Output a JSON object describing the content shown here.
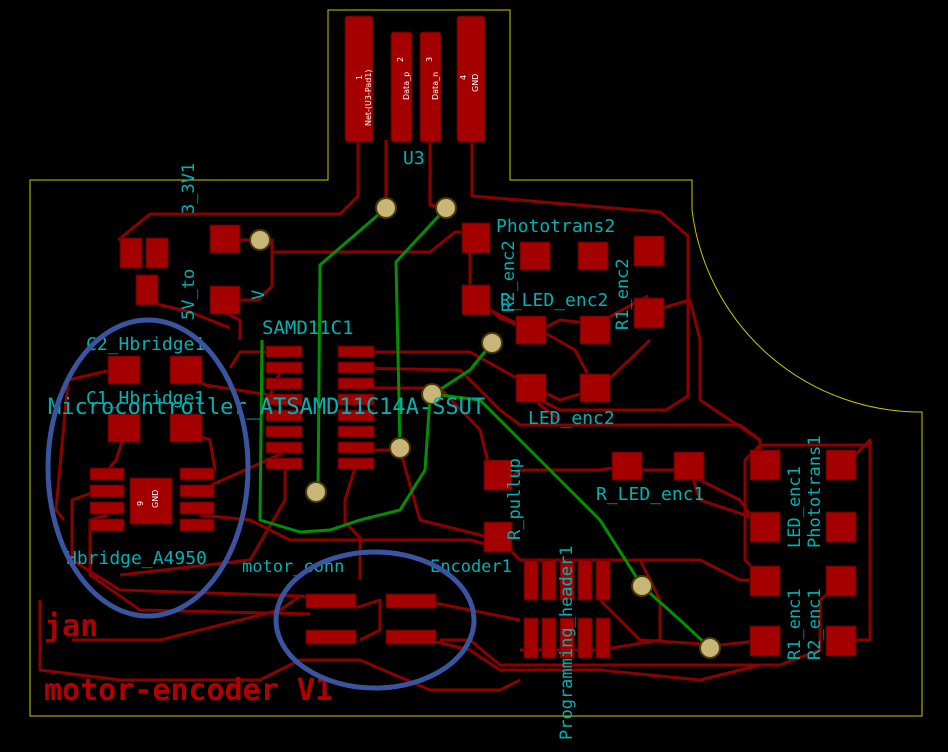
{
  "colors": {
    "background": "#000000",
    "edge_cuts": "#c8c800",
    "copper_front": "#8b0000",
    "pad_front": "#a50000",
    "copper_back": "#009000",
    "via": "#c8b678",
    "silkscreen": "#00b2b2",
    "fab_text": "#b00000",
    "annotation": "#3a55a0"
  },
  "icons": {
    "pad": "rect-pad",
    "via": "round-via",
    "annotation": "ellipse-outline"
  },
  "board": {
    "u3": "U3",
    "u3_pads": [
      "1",
      "Net-(U3-Pad1)",
      "2",
      "Data_p",
      "3",
      "Data_n",
      "4",
      "GND"
    ],
    "reg": "3_3V1",
    "reg_sub": "5V_to",
    "reg_v": "V",
    "microcontroller": "Microcontroller_ATSAMD11C14A-SSUT",
    "samd": "SAMD11C1",
    "c2": "C2_Hbridge1",
    "c1": "C1_Hbridge1",
    "hbridge": "Hbridge_A4950",
    "gnd_pad": "9",
    "gnd_label": "GND",
    "motor_conn": "motor_conn",
    "phototrans2": "Phototrans2",
    "r2_enc2": "R2_enc2",
    "r1_enc2": "R1_enc2",
    "r_led_enc2": "R_LED_enc2",
    "led_enc2": "LED_enc2",
    "r_led_enc1": "R_LED_enc1",
    "led_enc1": "LED_enc1",
    "phototrans1": "Phototrans1",
    "r1_enc1": "R1_enc1",
    "r2_enc1": "R2_enc1",
    "r_pullup": "R_pullup",
    "prog_header": "Programming_header1",
    "encoder_header": "Encoder1",
    "fab_name": "jan",
    "fab_title": "motor-encoder V1"
  }
}
